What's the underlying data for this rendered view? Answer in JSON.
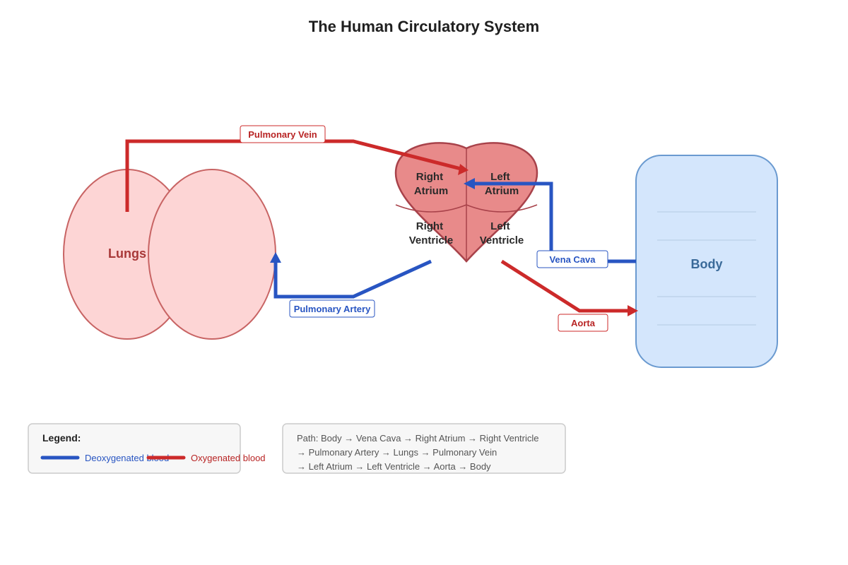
{
  "title": "The Human Circulatory System",
  "organs": {
    "lungs": "Lungs",
    "body": "Body"
  },
  "heart": {
    "right_atrium": [
      "Right",
      "Atrium"
    ],
    "left_atrium": [
      "Left",
      "Atrium"
    ],
    "right_ventricle": [
      "Right",
      "Ventricle"
    ],
    "left_ventricle": [
      "Left",
      "Ventricle"
    ]
  },
  "vessels": {
    "pulmonary_vein": "Pulmonary Vein",
    "pulmonary_artery": "Pulmonary Artery",
    "vena_cava": "Vena Cava",
    "aorta": "Aorta"
  },
  "legend": {
    "title": "Legend:",
    "deoxygenated": "Deoxygenated blood",
    "oxygenated": "Oxygenated blood"
  },
  "path_lines": [
    "Path: Body → Vena Cava → Right Atrium → Right Ventricle",
    "→ Pulmonary Artery → Lungs → Pulmonary Vein",
    "→ Left Atrium → Left Ventricle → Aorta → Body"
  ],
  "colors": {
    "oxygenated": "#cc2a2a",
    "deoxygenated": "#2855c2",
    "heart_fill": "#e88a8a",
    "heart_stroke": "#a8424a",
    "lung_fill": "#fdd5d5",
    "lung_stroke": "#c86464",
    "body_fill": "#d4e6fc",
    "body_stroke": "#6a9ad0"
  }
}
